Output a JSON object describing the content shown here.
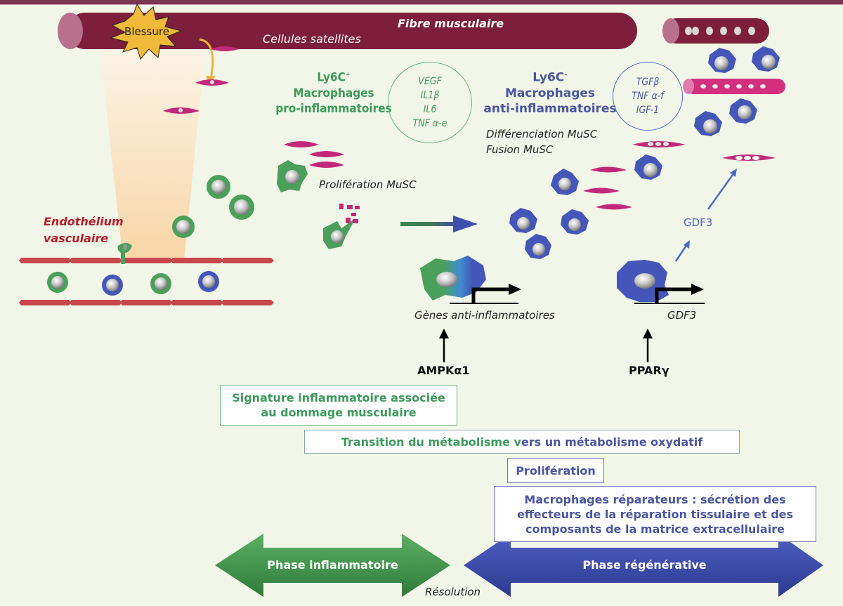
{
  "fibre": {
    "title": "Fibre musculaire",
    "subtitle": "Cellules satellites"
  },
  "injury": {
    "label": "Blessure"
  },
  "endothelium": {
    "line1": "Endothélium",
    "line2": "vasculaire"
  },
  "ly6c_pos": {
    "line1": "Ly6C",
    "sup": "+",
    "line2": "Macrophages",
    "line3": "pro-inflammatoires",
    "factors": [
      "VEGF",
      "IL1β",
      "IL6",
      "TNF α-e"
    ]
  },
  "ly6c_neg": {
    "line1": "Ly6C",
    "sup": "–",
    "line2": "Macrophages",
    "line3": "anti-inflammatoires",
    "factors": [
      "TGFβ",
      "TNF α-f",
      "IGF-1"
    ],
    "notes": [
      "Différenciation MuSC",
      "Fusion MuSC"
    ]
  },
  "proliferation_musc": "Prolifération MuSC",
  "genes": {
    "anti_inflammatory": "Gènes anti-inflammatoires",
    "gdf3_gene": "GDF3",
    "gdf3_secreted": "GDF3"
  },
  "regulators": {
    "ampk": "AMPKα1",
    "ppar": "PPARγ"
  },
  "boxes": {
    "signature": {
      "line1": "Signature inflammatoire associée",
      "line2": "au dommage musculaire"
    },
    "transition": {
      "part_green": "Transition du métabolisme v",
      "part_blue": "ers un métabolisme oxydatif"
    },
    "proliferation": "Prolifération",
    "reparateurs": {
      "line1": "Macrophages réparateurs : sécrétion des",
      "line2": "effecteurs de la réparation tissulaire et des",
      "line3": "composants de la matrice extracellulaire"
    }
  },
  "phases": {
    "inflammatory": "Phase inflammatoire",
    "regenerative": "Phase régénérative",
    "resolution": "Résolution"
  },
  "colors": {
    "fibre": "#7d1f3c",
    "inflammatory_green": "#3d9a5c",
    "regenerative_blue": "#4a56a0",
    "endothelium_red": "#c8474d",
    "injury_yellow": "#f0b93a"
  }
}
